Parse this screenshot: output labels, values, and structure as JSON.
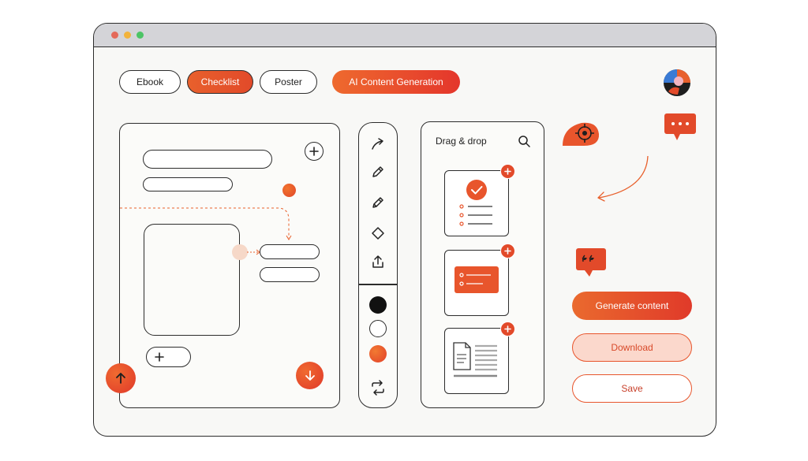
{
  "tabs": {
    "ebook": "Ebook",
    "checklist": "Checklist",
    "poster": "Poster",
    "ai": "AI Content Generation"
  },
  "library": {
    "title": "Drag & drop"
  },
  "actions": {
    "generate": "Generate content",
    "download": "Download",
    "save": "Save"
  },
  "colors": {
    "accent": "#e8552c",
    "accent_dark": "#e03a2a",
    "titlebar": "#d4d4d8",
    "dot_red": "#e46a5a",
    "dot_yellow": "#f2b33c",
    "dot_green": "#4cc465"
  },
  "icons": {
    "toolbar": [
      "arrow-icon",
      "pen-icon",
      "pencil-icon",
      "eraser-icon",
      "share-icon"
    ],
    "swatches": [
      "black",
      "white",
      "orange"
    ]
  }
}
